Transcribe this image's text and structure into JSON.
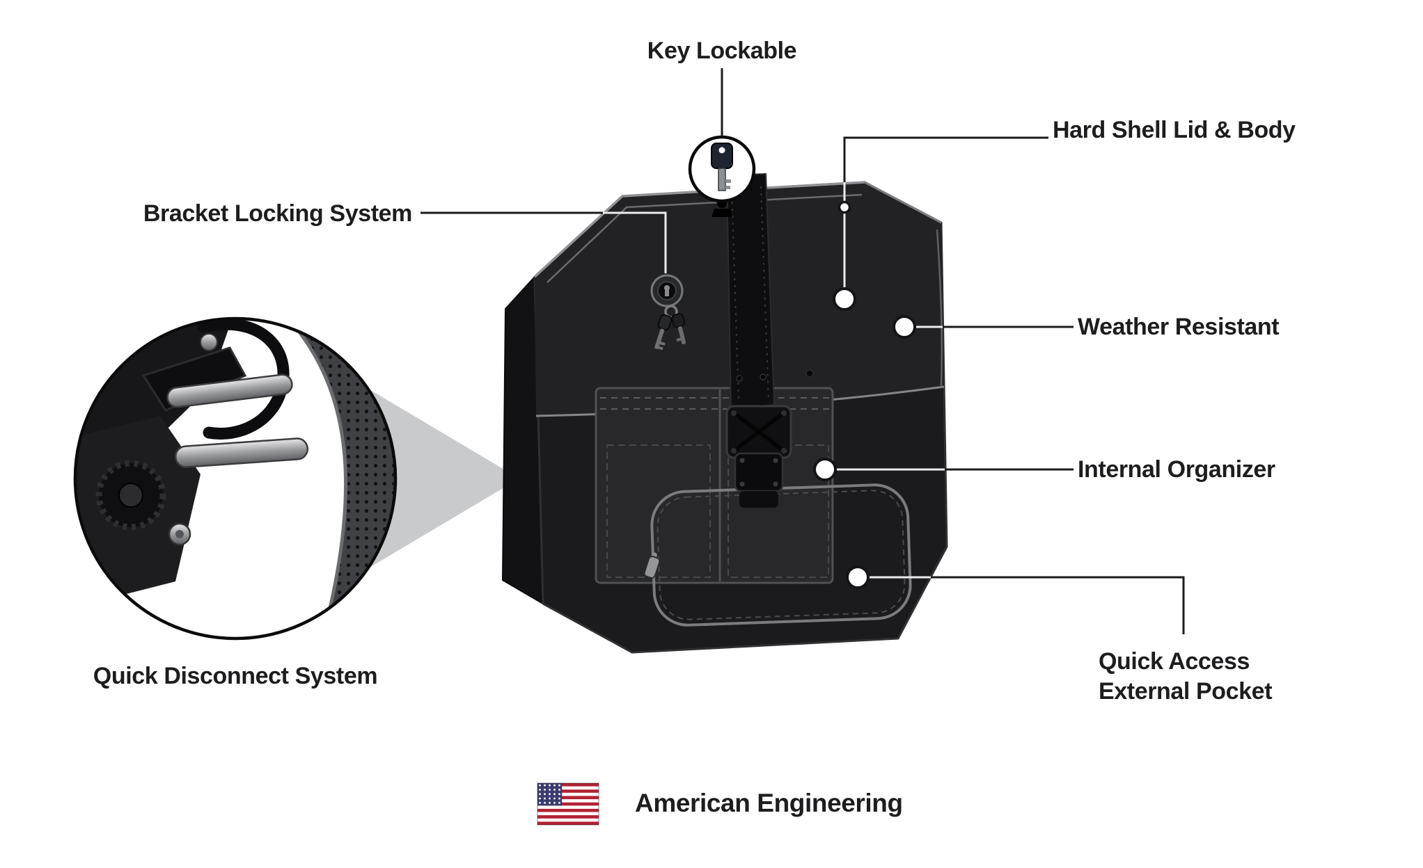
{
  "callouts": {
    "key_lockable": {
      "label": "Key Lockable"
    },
    "hard_shell": {
      "label": "Hard Shell Lid & Body"
    },
    "bracket_locking": {
      "label": "Bracket Locking System"
    },
    "weather_resistant": {
      "label": "Weather Resistant"
    },
    "internal_organizer": {
      "label": "Internal Organizer"
    },
    "quick_access": {
      "label": "Quick Access\nExternal Pocket"
    },
    "quick_disconnect": {
      "label": "Quick Disconnect System"
    }
  },
  "footer": {
    "tagline": "American Engineering"
  },
  "icons": {
    "key": "key-icon",
    "flag": "us-flag-icon",
    "lock": "keyhole-lock-icon"
  },
  "colors": {
    "text": "#1d1d1f",
    "callout_line": "#1b1b1d",
    "bag_body": "#1b1b1d",
    "wedge_gray": "#c9cacb",
    "flag_red": "#B22234",
    "flag_blue": "#3C3B6E"
  }
}
